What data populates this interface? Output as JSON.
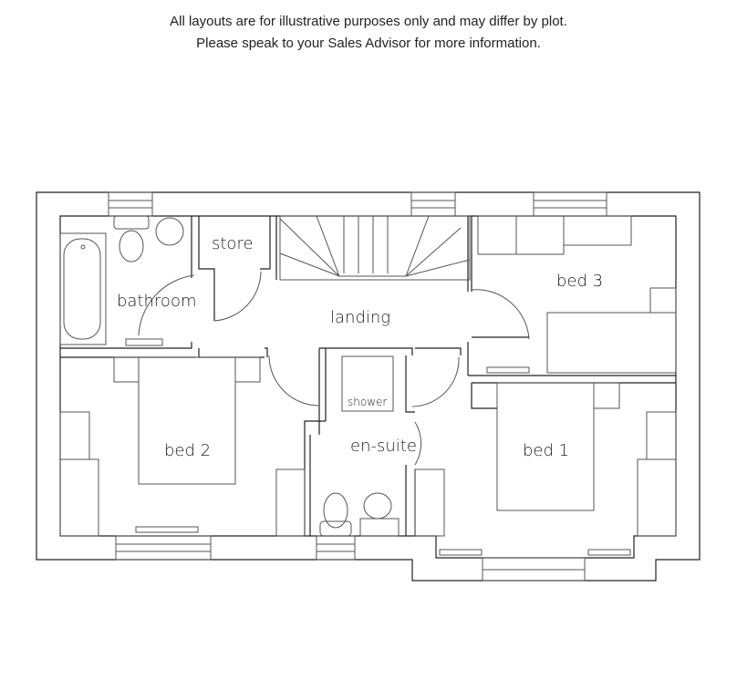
{
  "disclaimer": {
    "line1": "All layouts are for illustrative purposes only and may differ by plot.",
    "line2": "Please speak to your Sales Advisor for more information."
  },
  "rooms": {
    "store": "store",
    "bathroom": "bathroom",
    "landing": "landing",
    "bed3": "bed 3",
    "bed2": "bed 2",
    "bed1": "bed 1",
    "ensuite": "en-suite",
    "shower": "shower"
  }
}
